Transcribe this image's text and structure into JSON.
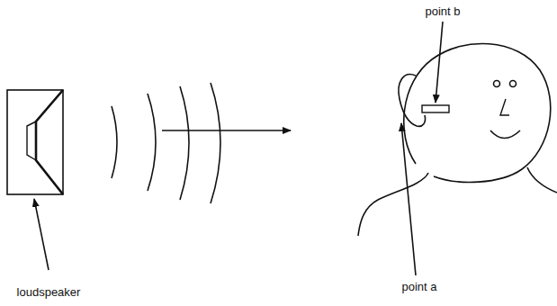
{
  "diagram": {
    "labels": [
      "point b",
      "point a",
      "loudspeaker"
    ]
  }
}
